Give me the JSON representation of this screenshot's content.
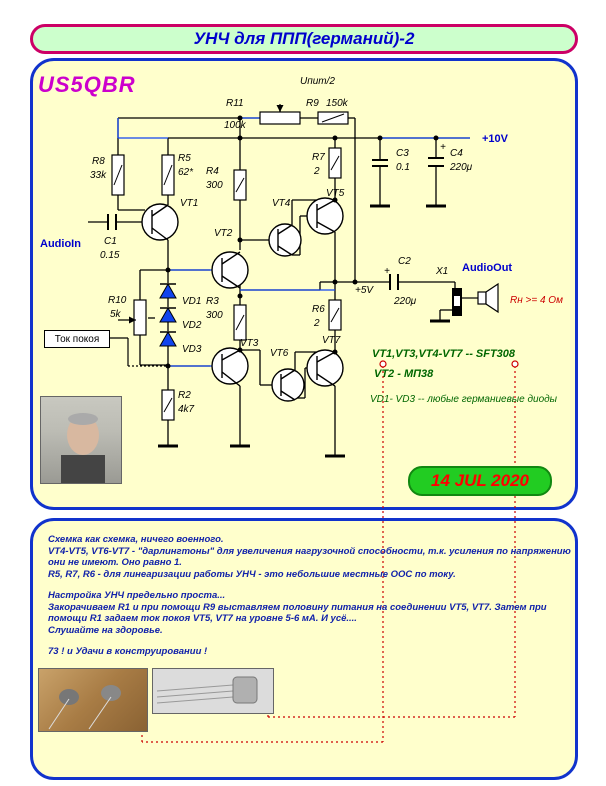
{
  "title": "УНЧ для ППП(германий)-2",
  "callsign": "US5QBR",
  "date": "14 JUL 2020",
  "labels": {
    "upit": "Uпит/2",
    "r11": "R11",
    "r11_val": "100k",
    "r9": "R9",
    "r9_val": "150k",
    "plus10": "+10V",
    "r8": "R8",
    "r8_val": "33k",
    "r5": "R5",
    "r5_val": "62*",
    "r4": "R4",
    "r4_val": "300",
    "r7": "R7",
    "r7_val": "2",
    "c3": "C3",
    "c3_val": "0.1",
    "c4": "C4",
    "c4_val": "220μ",
    "vt1": "VT1",
    "vt2": "VT2",
    "vt3": "VT3",
    "vt4": "VT4",
    "vt5": "VT5",
    "vt6": "VT6",
    "vt7": "VT7",
    "audioin": "AudioIn",
    "c1": "C1",
    "c1_val": "0.15",
    "r10": "R10",
    "r10_val": "5k",
    "vd1": "VD1",
    "vd2": "VD2",
    "vd3": "VD3",
    "r3": "R3",
    "r3_val": "300",
    "r6": "R6",
    "r6_val": "2",
    "r2": "R2",
    "r2_val": "4k7",
    "c2": "C2",
    "c2_val": "220μ",
    "plus5": "+5V",
    "x1": "X1",
    "audioout": "AudioOut",
    "rn": "Rн >= 4 Ом",
    "tok": "Ток покоя",
    "plus": "+"
  },
  "parts_notes": {
    "line1": "VT1,VT3,VT4-VT7  -- SFT308",
    "line2": "VT2 - МП38",
    "line3": "VD1- VD3  -- любые германиевые диоды"
  },
  "notes": [
    "Схемка как схемка, ничего военного.",
    "VT4-VT5, VT6-VT7 - \"дарлингтоны\" для увеличения нагрузочной способности, т.к. усиления по напряжению",
    "они не имеют. Оно равно 1.",
    "R5, R7, R6 - для линеаризации работы УНЧ - это небольшие местные ООС по току.",
    "",
    "Настройка УНЧ предельно проста...",
    "Закорачиваем R1 и при помощи R9 выставляем половину питания на соединении VT5, VT7. Затем при",
    "помощи R1 задаем ток покоя VT5, VT7 на уровне 5-6 мА. И усё....",
    "Слушайте на здоровье.",
    "",
    "73 ! и Удачи в конструировании !"
  ],
  "colors": {
    "border": "#1133cc",
    "title_border": "#cc0066",
    "panel_bg": "#ffffcc",
    "title_bg": "#ccffcc",
    "accent_red": "#cc0000",
    "callsign": "#cc00cc"
  }
}
